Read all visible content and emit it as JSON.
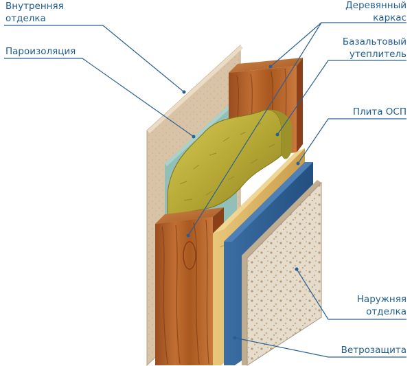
{
  "labels": {
    "interior_finish": [
      "Внутренняя",
      "отделка"
    ],
    "vapor_barrier": "Пароизоляция",
    "wood_frame": [
      "Деревянный",
      "каркас"
    ],
    "basalt_insulation": [
      "Базальтовый",
      "утеплитель"
    ],
    "osb_board": "Плита ОСП",
    "exterior_finish": [
      "Наружняя",
      "отделка"
    ],
    "wind_barrier": "Ветрозащита"
  },
  "colors": {
    "label_text": "#1f5c8e",
    "leader_line": "#2a5f93",
    "interior_panel": "#d9c2a4",
    "vapor_film": "#8fbfb9",
    "wood": "#b5652a",
    "insulation": "#bcae3a",
    "osb": "#e0b96a",
    "wind_membrane": "#2f5f95",
    "exterior_panel": "#e2d6c2"
  }
}
